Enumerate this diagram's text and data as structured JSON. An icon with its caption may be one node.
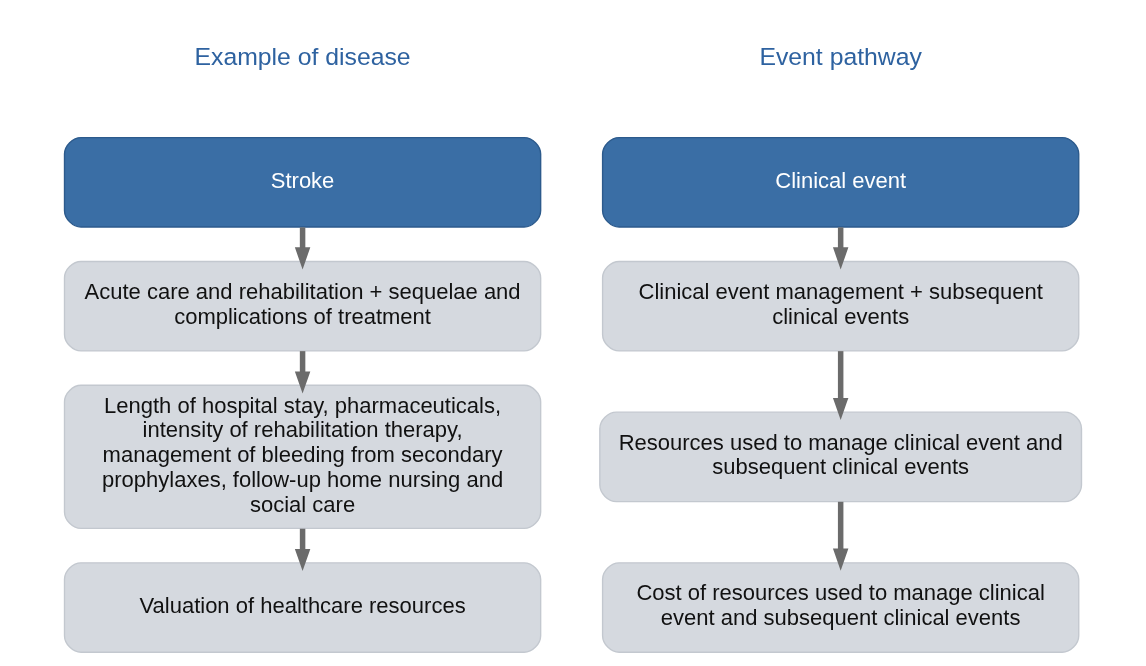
{
  "diagram": {
    "nodes": [
      {
        "text": [
          "Stroke"
        ]
      },
      {
        "text": [
          "Acute care and rehabilitation + sequelae and complications of treatment"
        ]
      },
      {
        "text": [
          "Length of hospital stay, pharmaceuticals, intensity of rehabilitation therapy, management of bleeding from secondary prophylaxes, follow-up home nursing and social care"
        ]
      },
      {
        "text": [
          "Valuation of healthcare resources"
        ]
      },
      {
        "text": [
          "Clinical event"
        ]
      },
      {
        "text": [
          "Clinical event management + subsequent clinical events"
        ]
      },
      {
        "text": [
          "Resources used to manage clinical event and subsequent clinical events"
        ]
      },
      {
        "text": [
          "Cost of resources used to manage clinical event and subsequent clinical events"
        ]
      }
    ],
    "edges": [
      {
        "from": 0,
        "to": 1,
        "arrow": "to"
      },
      {
        "from": 1,
        "to": 2,
        "arrow": "to"
      },
      {
        "from": 2,
        "to": 3,
        "arrow": "to"
      },
      {
        "from": 4,
        "to": 5,
        "arrow": "to"
      },
      {
        "from": 5,
        "to": 6,
        "arrow": "to"
      },
      {
        "from": 6,
        "to": 7,
        "arrow": "to"
      }
    ],
    "labels": [
      "Example of disease",
      "Event pathway"
    ]
  }
}
